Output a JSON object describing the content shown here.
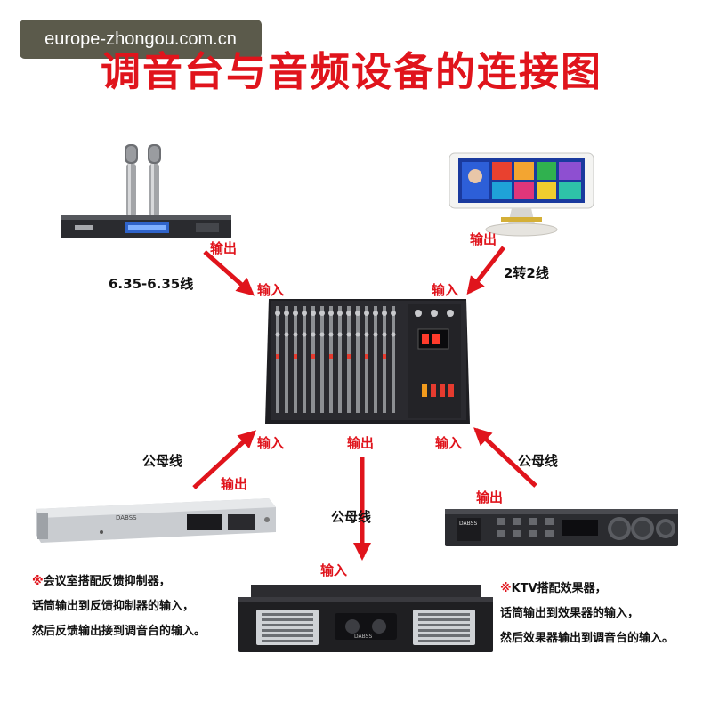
{
  "watermark": "europe-zhongou.com.cn",
  "title": "调音台与音频设备的连接图",
  "labels": {
    "out_mic": "输出",
    "in_mic": "输入",
    "cable_mic": "6.35-6.35线",
    "out_tablet": "输出",
    "in_tablet": "输入",
    "cable_tablet": "2转2线",
    "in_left": "输入",
    "out_center": "输出",
    "in_right": "输入",
    "cable_left": "公母线",
    "out_suppressor": "输出",
    "cable_center": "公母线",
    "in_amp": "输入",
    "cable_right": "公母线",
    "out_effects": "输出"
  },
  "device_labels": {
    "suppressor_brand": "DABSS",
    "effects_brand": "DABSS",
    "amp_brand": "DABSS"
  },
  "notes": {
    "left": {
      "mark": "※",
      "line1": "会议室搭配反馈抑制器，",
      "line2": "话筒输出到反馈抑制器的输入，",
      "line3": "然后反馈输出接到调音台的输入。"
    },
    "right": {
      "mark": "※",
      "line1": "KTV搭配效果器，",
      "line2": "话筒输出到效果器的输入，",
      "line3": "然后效果器输出到调音台的输入。"
    }
  },
  "colors": {
    "accent": "#e0141c",
    "watermark_bg": "#5b5a4b",
    "device_dark": "#1e1e22",
    "device_silver": "#c9ccd0"
  }
}
